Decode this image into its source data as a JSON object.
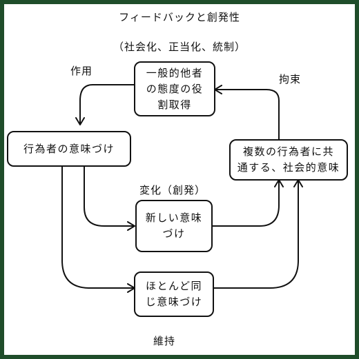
{
  "diagram": {
    "title": "フィードバックと創発性",
    "subtitle": "（社会化、正当化、統制）",
    "nodes": {
      "generalized_other": {
        "lines": [
          "一般的他者",
          "の態度の役",
          "割取得"
        ]
      },
      "actor_meaning": {
        "lines": [
          "行為者の意味づけ"
        ]
      },
      "shared_meaning": {
        "lines": [
          "複数の行為者に共",
          "通する、社会的意味"
        ]
      },
      "new_meaning": {
        "lines": [
          "新しい意味",
          "づけ"
        ]
      },
      "same_meaning": {
        "lines": [
          "ほとんど同",
          "じ意味づけ"
        ]
      }
    },
    "edge_labels": {
      "action": "作用",
      "constraint": "拘束",
      "change": "変化（創発）",
      "maintenance": "維持"
    },
    "colors": {
      "frame": "#1f4d2a",
      "ink": "#111111",
      "background": "#ffffff"
    }
  }
}
